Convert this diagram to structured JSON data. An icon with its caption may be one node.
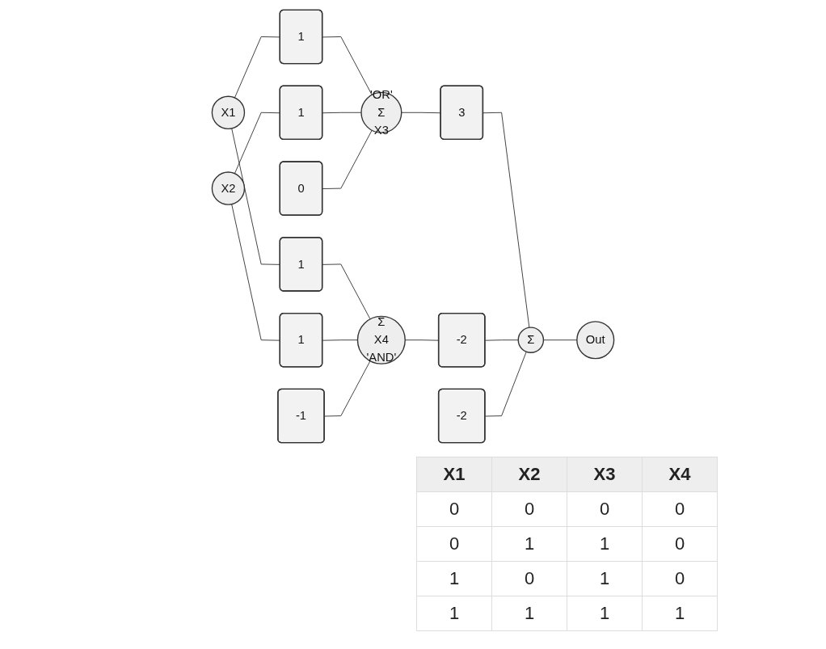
{
  "diagram": {
    "nodes": [
      {
        "text": [
          "X1"
        ]
      },
      {
        "text": [
          "X2"
        ]
      },
      {
        "text": [
          "0"
        ]
      },
      {
        "text": [
          "'OR'",
          "Σ",
          "X3"
        ]
      },
      {
        "text": [
          "1"
        ]
      },
      {
        "text": [
          "1"
        ]
      },
      {
        "text": [
          "1"
        ]
      },
      {
        "text": [
          "1"
        ]
      },
      {
        "text": [
          "Σ",
          "X4",
          "'AND'"
        ]
      },
      {
        "text": [
          "-1"
        ]
      },
      {
        "text": [
          "3"
        ]
      },
      {
        "text": [
          "-2"
        ]
      },
      {
        "text": [
          "-2"
        ]
      },
      {
        "text": [
          "Σ"
        ]
      },
      {
        "text": [
          "Out"
        ]
      }
    ],
    "edges": [
      {
        "from": 0,
        "to": 4,
        "arrow": "none"
      },
      {
        "from": 4,
        "to": 3,
        "arrow": "none"
      },
      {
        "from": 1,
        "to": 5,
        "arrow": "none"
      },
      {
        "from": 5,
        "to": 3,
        "arrow": "none"
      },
      {
        "from": 0,
        "to": 6,
        "arrow": "none"
      },
      {
        "from": 6,
        "to": 8,
        "arrow": "none"
      },
      {
        "from": 1,
        "to": 7,
        "arrow": "none"
      },
      {
        "from": 7,
        "to": 8,
        "arrow": "none"
      },
      {
        "from": 2,
        "to": 3,
        "arrow": "none"
      },
      {
        "from": 9,
        "to": 8,
        "arrow": "none"
      },
      {
        "from": 3,
        "to": 10,
        "arrow": "none"
      },
      {
        "from": 10,
        "to": 13,
        "arrow": "none"
      },
      {
        "from": 8,
        "to": 11,
        "arrow": "none"
      },
      {
        "from": 11,
        "to": 13,
        "arrow": "none"
      },
      {
        "from": 12,
        "to": 13,
        "arrow": "none"
      },
      {
        "from": 13,
        "to": 14,
        "arrow": "none"
      }
    ],
    "labels": [
      "X1",
      "X2",
      "X3",
      "X4",
      "0",
      "0",
      "0",
      "0",
      "0",
      "1",
      "1",
      "0",
      "1",
      "0",
      "1",
      "0",
      "1",
      "1",
      "1",
      "1"
    ]
  }
}
